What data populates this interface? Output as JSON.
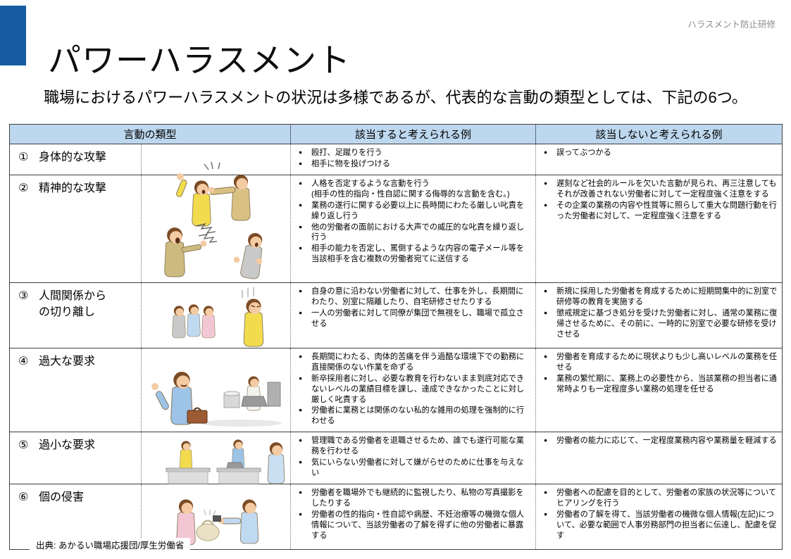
{
  "page": {
    "title": "パワーハラスメント",
    "corner_label": "ハラスメント防止研修",
    "subtitle": "職場におけるパワーハラスメントの状況は多様であるが、代表的な言動の類型としては、下記の6つ。",
    "source": "出典: あかるい職場応援団/厚生労働省",
    "colors": {
      "accent": "#165CA4",
      "table_header_bg": "#BDD7EE"
    }
  },
  "table": {
    "headers": [
      "言動の類型",
      "該当すると考えられる例",
      "該当しないと考えられる例"
    ],
    "rows": [
      {
        "number": "①",
        "type": "身体的な攻撃",
        "illustration": "two-men-fighting-illustration",
        "applicable": [
          "殴打、足蹴りを行う",
          "相手に物を投げつける"
        ],
        "not_applicable": [
          "誤ってぶつかる"
        ]
      },
      {
        "number": "②",
        "type": "精神的な攻撃",
        "illustration": "man-shouting-at-worker-illustration",
        "applicable": [
          "人格を否定するような言動を行う\n(相手の性的指向・性自認に関する侮辱的な言動を含む。)",
          "業務の遂行に関する必要以上に長時間にわたる厳しい叱責を繰り返し行う",
          "他の労働者の面前における大声での威圧的な叱責を繰り返し行う",
          "相手の能力を否定し、罵倒するような内容の電子メール等を当該相手を含む複数の労働者宛てに送信する"
        ],
        "not_applicable": [
          "遅刻など社会的ルールを欠いた言動が見られ、再三注意してもそれが改善されない労働者に対して一定程度強く注意をする",
          "その企業の業務の内容や性質等に照らして重大な問題行動を行った労働者に対して、一定程度強く注意をする"
        ]
      },
      {
        "number": "③",
        "type": "人間関係からの切り離し",
        "illustration": "isolated-worker-illustration",
        "applicable": [
          "自身の意に沿わない労働者に対して、仕事を外し、長期間にわたり、別室に隔離したり、自宅研修させたりする",
          "一人の労働者に対して同僚が集団で無視をし、職場で孤立させる"
        ],
        "not_applicable": [
          "新規に採用した労働者を育成するために短期間集中的に別室で研修等の教育を実施する",
          "懲戒規定に基づき処分を受けた労働者に対し、通常の業務に復帰させるために、その前に、一時的に別室で必要な研修を受けさせる"
        ]
      },
      {
        "number": "④",
        "type": "過大な要求",
        "illustration": "boss-overloading-worker-illustration",
        "applicable": [
          "長期間にわたる、肉体的苦痛を伴う過酷な環境下での勤務に直接関係のない作業を命ずる",
          "新卒採用者に対し、必要な教育を行わないまま到底対応できないレベルの業績目標を課し、達成できなかったことに対し厳しく叱責する",
          "労働者に業務とは関係のない私的な雑用の処理を強制的に行わせる"
        ],
        "not_applicable": [
          "労働者を育成するために現状よりも少し高いレベルの業務を任せる",
          "業務の繁忙期に、業務上の必要性から、当該業務の担当者に通常時よりも一定程度多い業務の処理を任せる"
        ]
      },
      {
        "number": "⑤",
        "type": "過小な要求",
        "illustration": "idle-workers-illustration",
        "applicable": [
          "管理職である労働者を退職させるため、誰でも遂行可能な業務を行わせる",
          "気にいらない労働者に対して嫌がらせのために仕事を与えない"
        ],
        "not_applicable": [
          "労働者の能力に応じて、一定程度業務内容や業務量を軽減する"
        ]
      },
      {
        "number": "⑥",
        "type": "個の侵害",
        "illustration": "photographing-belongings-illustration",
        "applicable": [
          "労働者を職場外でも継続的に監視したり、私物の写真撮影をしたりする",
          "労働者の性的指向・性自認や病歴、不妊治療等の機微な個人情報について、当該労働者の了解を得ずに他の労働者に暴露する"
        ],
        "not_applicable": [
          "労働者への配慮を目的として、労働者の家族の状況等についてヒアリングを行う",
          "労働者の了解を得て、当該労働者の機微な個人情報(左記)について、必要な範囲で人事労務部門の担当者に伝達し、配慮を促す"
        ]
      }
    ]
  }
}
